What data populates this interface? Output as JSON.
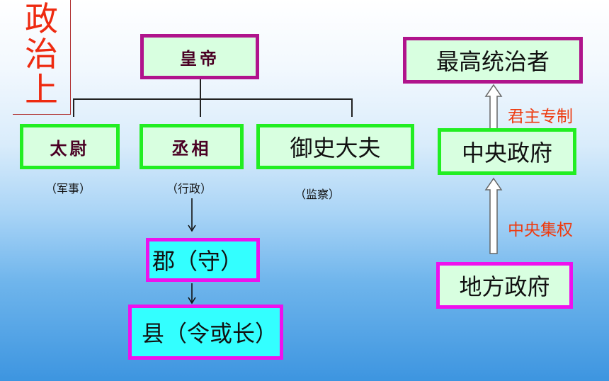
{
  "title": [
    "政",
    "治",
    "上"
  ],
  "nodes": {
    "emperor": "皇帝",
    "taiwei": "太尉",
    "chancellor": "丞相",
    "censor": "御史大夫",
    "commandery": "郡（守）",
    "county": "县（令或长）",
    "supreme_ruler": "最高统治者",
    "central_gov": "中央政府",
    "local_gov": "地方政府"
  },
  "notes": {
    "taiwei": "（军事）",
    "chancellor": "（行政）",
    "censor": "（监察）"
  },
  "relations": {
    "autocracy": "君主专制",
    "centralization": "中央集权"
  }
}
